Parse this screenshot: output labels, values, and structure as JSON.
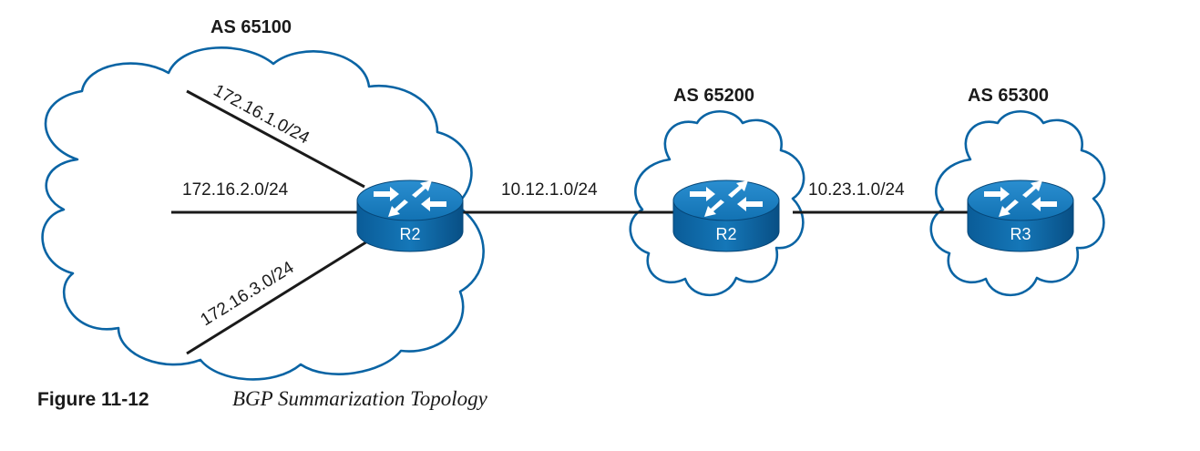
{
  "autonomous_systems": [
    {
      "label": "AS 65100"
    },
    {
      "label": "AS 65200"
    },
    {
      "label": "AS 65300"
    }
  ],
  "routers": [
    {
      "label": "R2"
    },
    {
      "label": "R2"
    },
    {
      "label": "R3"
    }
  ],
  "networks": {
    "lan_1": "172.16.1.0/24",
    "lan_2": "172.16.2.0/24",
    "lan_3": "172.16.3.0/24",
    "link_r2_r2": "10.12.1.0/24",
    "link_r2_r3": "10.23.1.0/24"
  },
  "caption": {
    "number": "Figure 11-12",
    "title": "BGP Summarization Topology"
  },
  "colors": {
    "cloud_outline": "#0a64a4",
    "router_body": "#0a64a4",
    "link": "#1a1a1a"
  }
}
